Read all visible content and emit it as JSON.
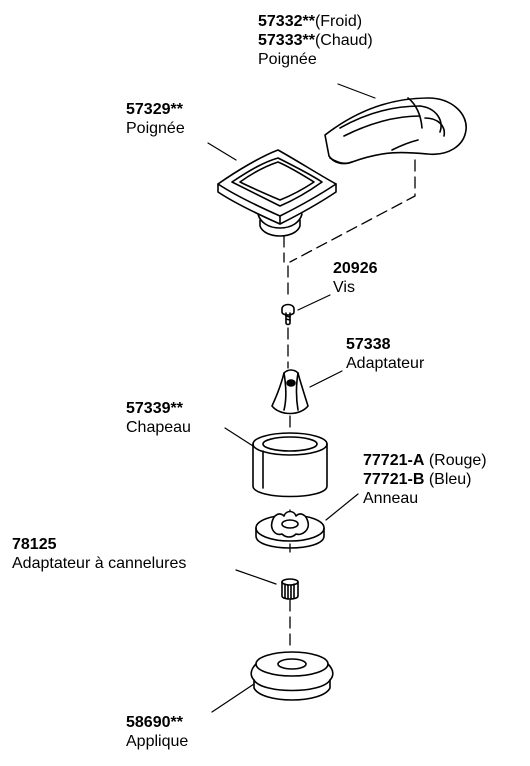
{
  "labels": {
    "handle_lever": {
      "pn1": "57332**",
      "note1": "(Froid)",
      "pn2": "57333**",
      "note2": "(Chaud)",
      "desc": "Poignée"
    },
    "handle_square": {
      "pn": "57329**",
      "desc": "Poignée"
    },
    "screw": {
      "pn": "20926",
      "desc": "Vis"
    },
    "adapter": {
      "pn": "57338",
      "desc": "Adaptateur"
    },
    "cap": {
      "pn": "57339**",
      "desc": "Chapeau"
    },
    "ring": {
      "pn1": "77721-A",
      "note1": " (Rouge)",
      "pn2": "77721-B",
      "note2": " (Bleu)",
      "desc": "Anneau"
    },
    "spline_adapter": {
      "pn": "78125",
      "desc": "Adaptateur à cannelures"
    },
    "escutcheon": {
      "pn": "58690**",
      "desc": "Applique"
    }
  }
}
